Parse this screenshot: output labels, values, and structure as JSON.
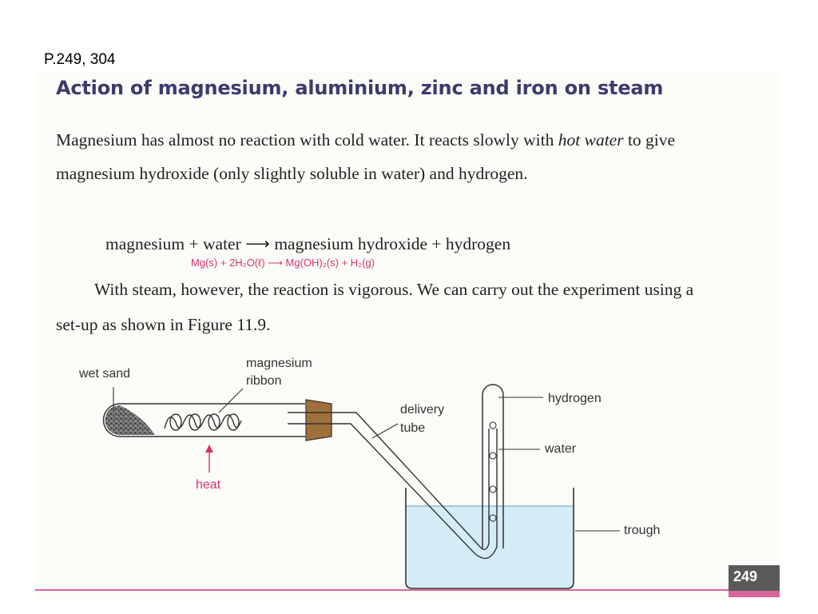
{
  "slide": {
    "reference": "P.249, 304"
  },
  "page": {
    "title": "Action of magnesium, aluminium, zinc and iron on steam",
    "para1": {
      "before": "Magnesium has almost no reaction with cold water. It reacts slowly with ",
      "em": "hot water",
      "after": " to give magnesium hydroxide (only slightly soluble in water) and hydrogen."
    },
    "word_equation": "magnesium + water ⟶ magnesium hydroxide + hydrogen",
    "symbol_equation": "Mg(s) + 2H₂O(ℓ) ⟶ Mg(OH)₂(s) + H₂(g)",
    "para2": "With steam, however, the reaction is vigorous. We can carry out the experiment using a set-up as shown in Figure 11.9.",
    "page_number": "249"
  },
  "diagram": {
    "labels": {
      "wet_sand": "wet sand",
      "magnesium": "magnesium",
      "ribbon": "ribbon",
      "delivery": "delivery",
      "tube": "tube",
      "hydrogen": "hydrogen",
      "water": "water",
      "heat": "heat",
      "trough": "trough"
    },
    "colors": {
      "stopper": "#a0703a",
      "water": "#d4ecf5",
      "heat": "#d6336c",
      "accent": "#d9649a"
    }
  }
}
